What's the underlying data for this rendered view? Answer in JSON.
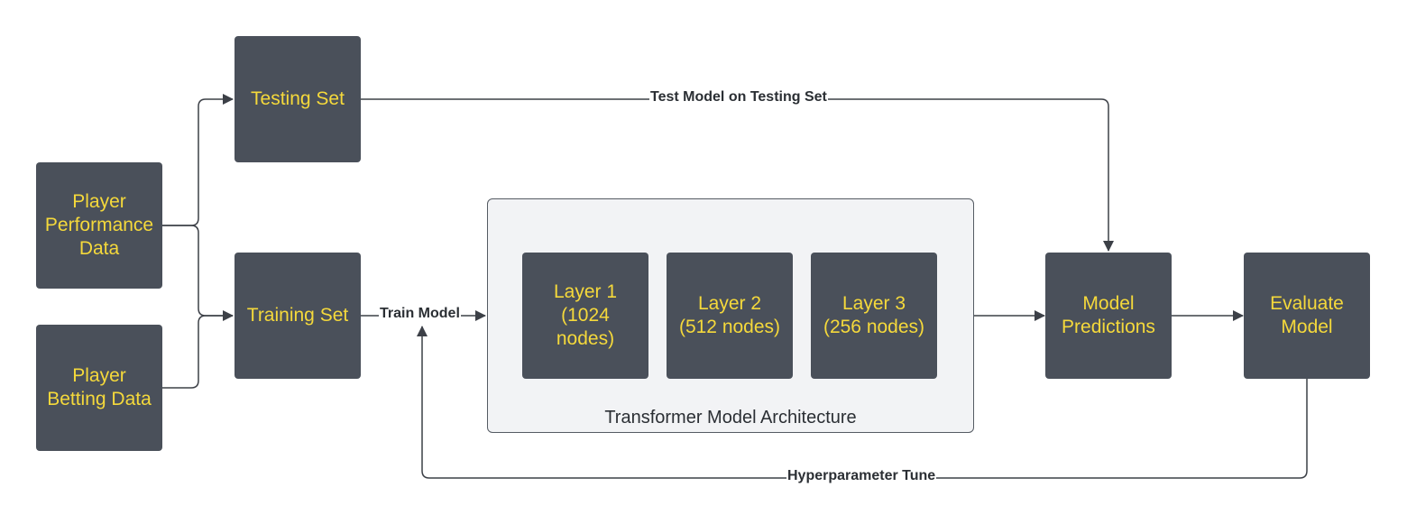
{
  "nodes": {
    "player_performance": "Player\nPerformance\nData",
    "player_betting": "Player\nBetting Data",
    "testing_set": "Testing Set",
    "training_set": "Training Set",
    "layer1": "Layer 1\n(1024\nnodes)",
    "layer2": "Layer 2\n(512 nodes)",
    "layer3": "Layer 3\n(256 nodes)",
    "model_predictions": "Model\nPredictions",
    "evaluate_model": "Evaluate\nModel"
  },
  "container": {
    "label": "Transformer Model Architecture"
  },
  "edges": {
    "test_model": "Test Model on Testing Set",
    "train_model": "Train Model",
    "hyperparameter_tune": "Hyperparameter Tune"
  },
  "colors": {
    "node_fill": "#4a505a",
    "node_text": "#f5d93b",
    "container_fill": "#f2f3f5",
    "line": "#3c4047"
  }
}
